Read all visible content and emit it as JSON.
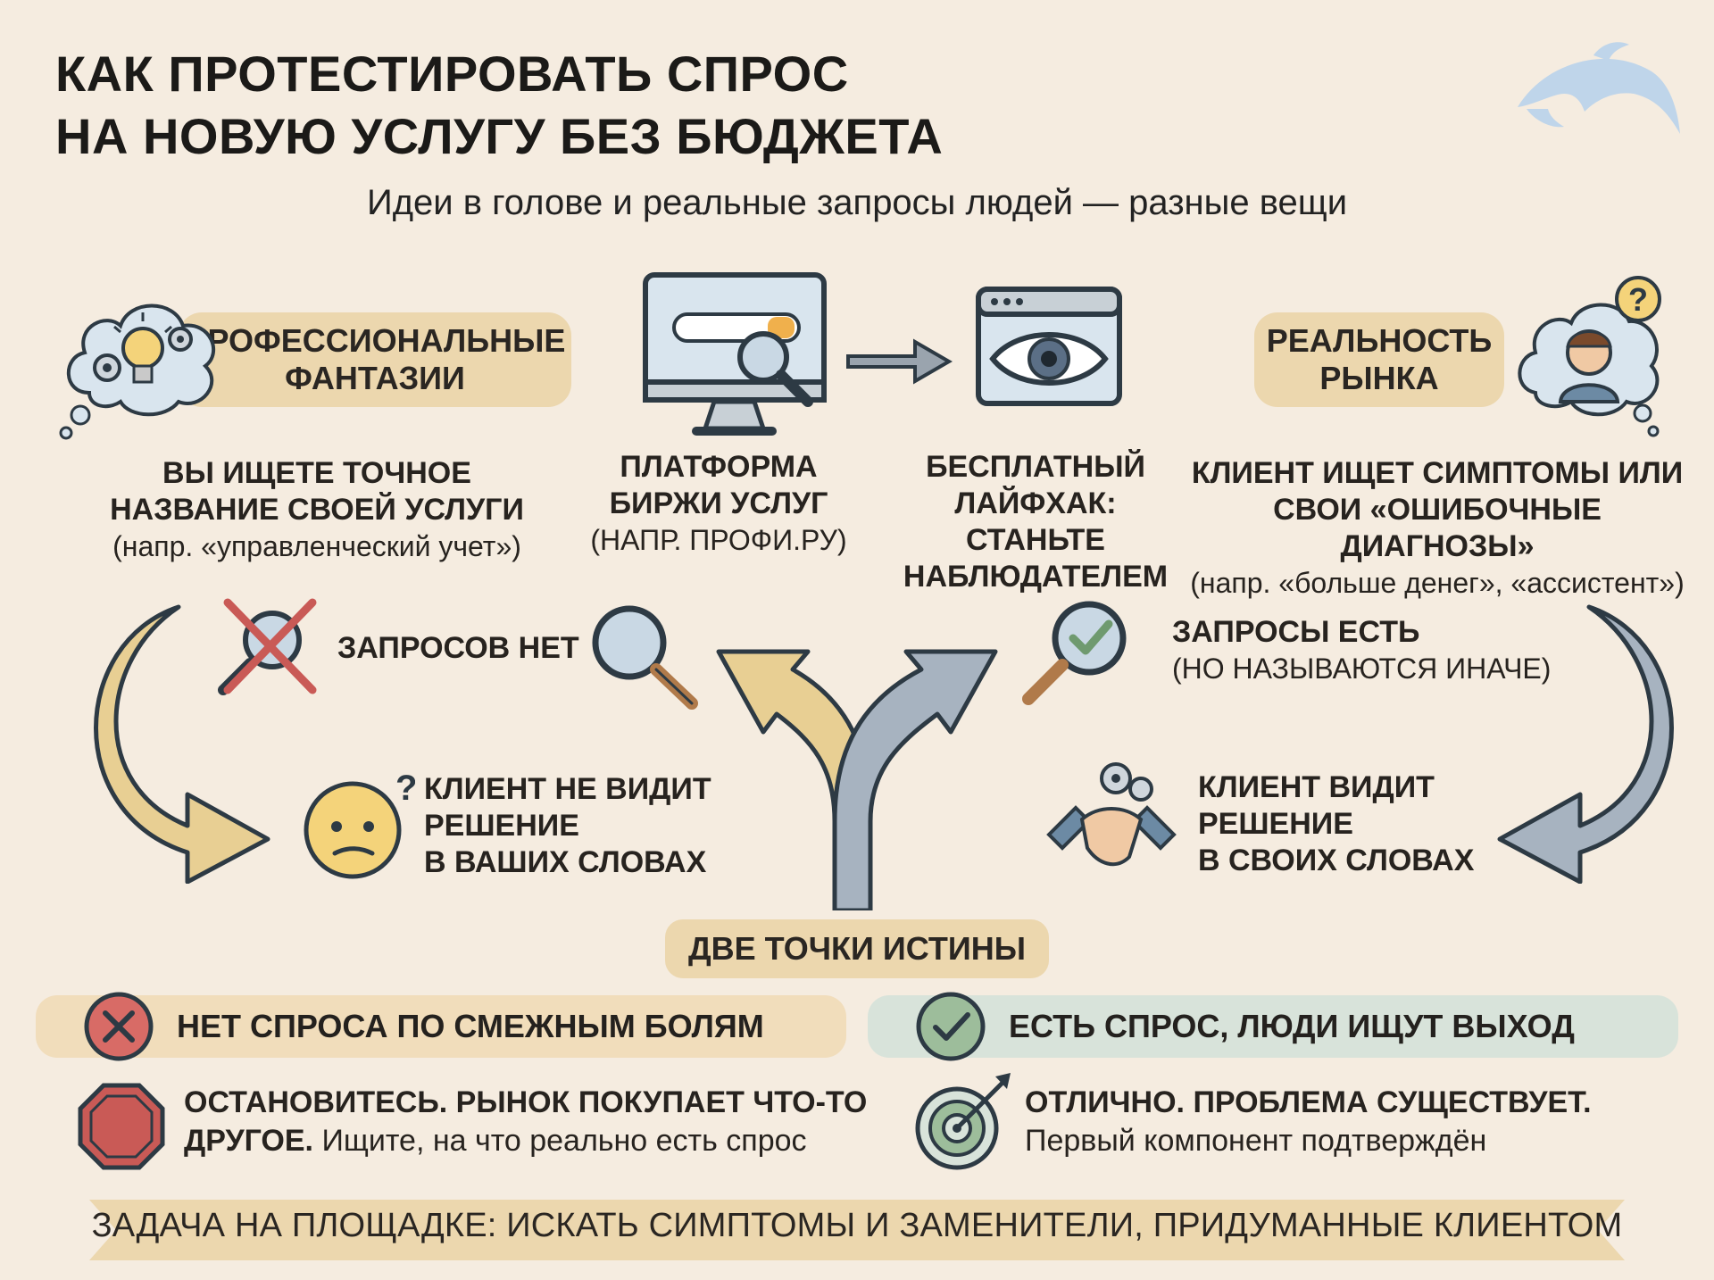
{
  "title": {
    "line1": "КАК ПРОТЕСТИРОВАТЬ СПРОС",
    "line2": "НА НОВУЮ УСЛУГУ БЕЗ БЮДЖЕТА"
  },
  "subtitle": "Идеи в голове и реальные запросы людей — разные вещи",
  "left_pill": {
    "line1": "ПРОФЕССИОНАЛЬНЫЕ",
    "line2": "ФАНТАЗИИ"
  },
  "right_pill": {
    "line1": "РЕАЛЬНОСТЬ",
    "line2": "РЫНКА"
  },
  "col1": {
    "line1": "ВЫ ИЩЕТЕ ТОЧНОЕ",
    "line2": "НАЗВАНИЕ СВОЕЙ УСЛУГИ",
    "note": "(напр. «управленческий учет»)"
  },
  "col2": {
    "line1": "ПЛАТФОРМА",
    "line2": "БИРЖИ УСЛУГ",
    "note": "(НАПР. ПРОФИ.РУ)"
  },
  "col3": {
    "line1": "БЕСПЛАТНЫЙ",
    "line2": "ЛАЙФХАК: СТАНЬТЕ",
    "line3": "НАБЛЮДАТЕЛЕМ"
  },
  "col4": {
    "line1": "КЛИЕНТ ИЩЕТ СИМПТОМЫ ИЛИ",
    "line2": "СВОИ «ОШИБОЧНЫЕ ДИАГНОЗЫ»",
    "note": "(напр. «больше денег», «ассистент»)"
  },
  "no_requests": "ЗАПРОСОВ НЕТ",
  "client_no_see": {
    "line1": "КЛИЕНТ НЕ ВИДИТ",
    "line2": "РЕШЕНИЕ",
    "line3": "В ВАШИХ СЛОВАХ"
  },
  "requests_exist": {
    "line1": "ЗАПРОСЫ ЕСТЬ",
    "line2": "(НО НАЗЫВАЮТСЯ ИНАЧЕ)"
  },
  "client_sees": {
    "line1": "КЛИЕНТ ВИДИТ",
    "line2": "РЕШЕНИЕ",
    "line3": "В СВОИХ СЛОВАХ"
  },
  "two_points": "ДВЕ ТОЧКИ ИСТИНЫ",
  "bad_band": "НЕТ СПРОСА ПО СМЕЖНЫМ БОЛЯМ",
  "good_band": "ЕСТЬ СПРОС, ЛЮДИ ИЩУТ ВЫХОД",
  "bad_text": {
    "line1": "ОСТАНОВИТЕСЬ. РЫНОК ПОКУПАЕТ ЧТО-ТО",
    "line2_bold": "ДРУГОЕ.",
    "line2_rest": " Ищите, на что реально есть спрос"
  },
  "good_text": {
    "line1": "ОТЛИЧНО. ПРОБЛЕМА СУЩЕСТВУЕТ.",
    "line2": "Первый компонент подтверждён"
  },
  "banner": "ЗАДАЧА НА ПЛОЩАДКЕ: ИСКАТЬ СИМПТОМЫ И ЗАМЕНИТЕЛИ, ПРИДУМАННЫЕ КЛИЕНТОМ",
  "colors": {
    "background": "#f5ece0",
    "pill": "#ecd7ae",
    "bad_band": "#f1ddbb",
    "good_band": "#d8e3da",
    "red": "#c95a56",
    "green": "#6f9a6f",
    "arrow_gold": "#e8cf93",
    "arrow_blue": "#a7b3c0"
  }
}
